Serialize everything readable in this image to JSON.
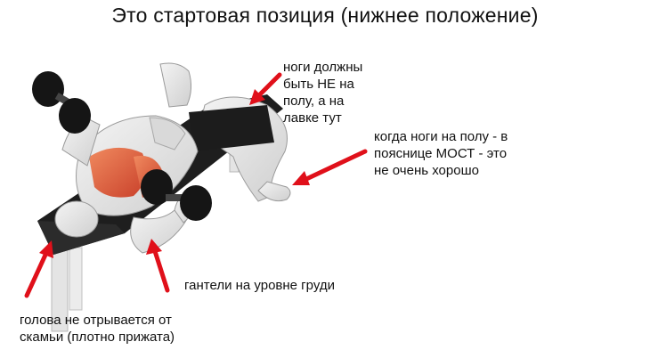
{
  "title": "Это стартовая позиция (нижнее положение)",
  "notes": {
    "legs_bench": "ноги должны\nбыть НЕ на\nполу, а на\nлавке тут",
    "back": "когда ноги на полу - в\nпояснице МОСТ - это\nне очень хорошо",
    "dumbbells": "гантели на уровне груди",
    "head": "голова не отрывается от\nскамьи (плотно прижата)"
  },
  "colors": {
    "arrow": "#e0101a",
    "text": "#111111",
    "bench": "#1e1e1e",
    "skin": "#e9e9e9",
    "muscle": "#e0603a",
    "dumbbell": "#151515"
  }
}
